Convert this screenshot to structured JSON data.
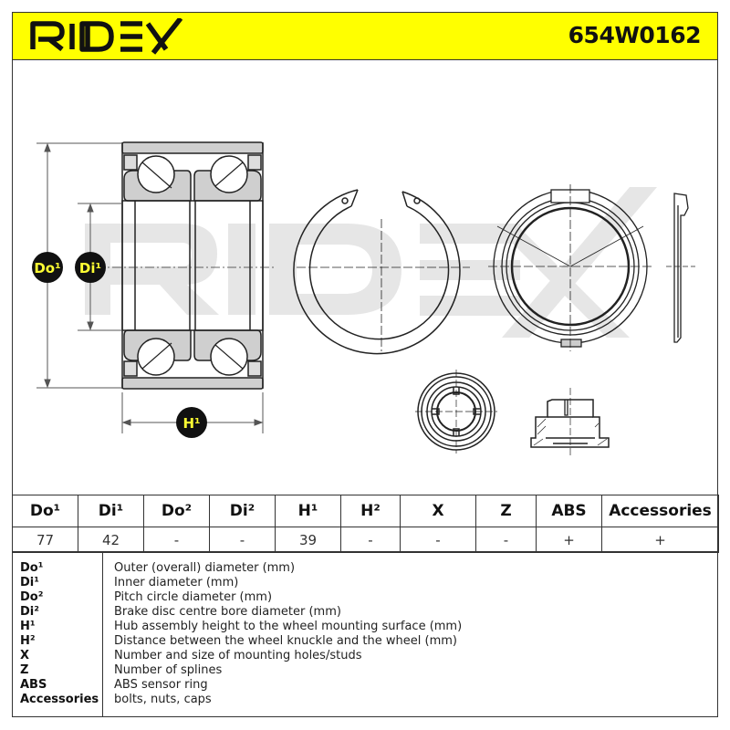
{
  "header": {
    "brand": "RIDEX",
    "part_number": "654W0162",
    "background_color": "#ffff00"
  },
  "drawing": {
    "watermark": "RIDEX",
    "watermark_color": "#e4e4e4",
    "dimension_labels": {
      "do1": "Do¹",
      "di1": "Di¹",
      "h1": "H¹"
    },
    "components": [
      "wheel-bearing-cross-section",
      "circlip-retaining-ring",
      "abs-sensor-ring-front",
      "abs-sensor-ring-side",
      "axle-nut-top-view",
      "axle-nut-section-view"
    ]
  },
  "spec_table": {
    "headers": [
      "Do¹",
      "Di¹",
      "Do²",
      "Di²",
      "H¹",
      "H²",
      "X",
      "Z",
      "ABS",
      "Accessories"
    ],
    "values": [
      "77",
      "42",
      "-",
      "-",
      "39",
      "-",
      "-",
      "-",
      "+",
      "+"
    ]
  },
  "legend": [
    {
      "key": "Do¹",
      "desc": "Outer (overall) diameter (mm)"
    },
    {
      "key": "Di¹",
      "desc": "Inner diameter (mm)"
    },
    {
      "key": "Do²",
      "desc": "Pitch circle diameter (mm)"
    },
    {
      "key": "Di²",
      "desc": "Brake disc centre bore diameter (mm)"
    },
    {
      "key": "H¹",
      "desc": "Hub assembly height to the wheel mounting surface (mm)"
    },
    {
      "key": "H²",
      "desc": "Distance between the wheel knuckle and the wheel (mm)"
    },
    {
      "key": "X",
      "desc": "Number and size of mounting holes/studs"
    },
    {
      "key": "Z",
      "desc": "Number of splines"
    },
    {
      "key": "ABS",
      "desc": "ABS sensor ring"
    },
    {
      "key": "Accessories",
      "desc": "bolts, nuts, caps"
    }
  ]
}
